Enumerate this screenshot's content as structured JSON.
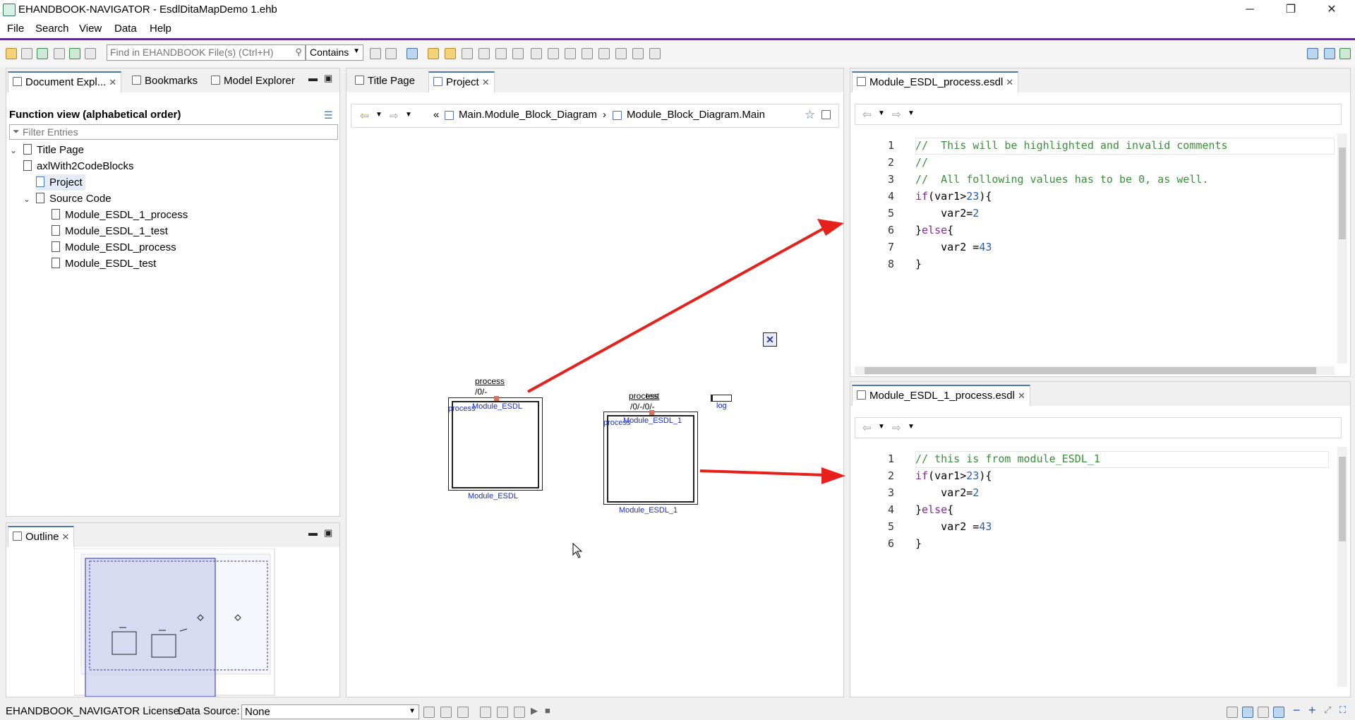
{
  "window": {
    "title": "EHANDBOOK-NAVIGATOR - EsdlDitaMapDemo 1.ehb",
    "minimize": "─",
    "restore": "❐",
    "close": "✕"
  },
  "menu": [
    "File",
    "Search",
    "View",
    "Data",
    "Help"
  ],
  "toolbar": {
    "find_placeholder": "Find in EHANDBOOK File(s) (Ctrl+H)",
    "contains_value": "Contains"
  },
  "left_panel": {
    "tabs": [
      "Document Expl...",
      "Bookmarks",
      "Model Explorer"
    ],
    "header": "Function view (alphabetical order)",
    "filter_placeholder": "Filter Entries",
    "tree": {
      "title_page": "Title Page",
      "root": "axlWith2CodeBlocks",
      "project": "Project",
      "source_code": "Source Code",
      "files": [
        "Module_ESDL_1_process",
        "Module_ESDL_1_test",
        "Module_ESDL_process",
        "Module_ESDL_test"
      ]
    }
  },
  "outline": {
    "tab": "Outline"
  },
  "center": {
    "tabs": [
      "Title Page",
      "Project"
    ],
    "breadcrumb": [
      "Main.Module_Block_Diagram",
      "Module_Block_Diagram.Main"
    ],
    "diagram": {
      "block1": {
        "top_label": "process",
        "sub_label": "/0/-",
        "port": "process",
        "inner": "Module_ESDL",
        "bottom": "Module_ESDL"
      },
      "block2": {
        "top_label": "process",
        "top_label_overlap": "test",
        "sub_label": "/0/-/0/-",
        "port": "process",
        "inner": "Module_ESDL_1",
        "bottom": "Module_ESDL_1"
      },
      "log_label": "log"
    }
  },
  "editor_top": {
    "tab": "Module_ESDL_process.esdl",
    "lines": [
      {
        "n": "1"
      },
      {
        "n": "2"
      },
      {
        "n": "3"
      },
      {
        "n": "4"
      },
      {
        "n": "5"
      },
      {
        "n": "6"
      },
      {
        "n": "7"
      },
      {
        "n": "8"
      }
    ],
    "code": {
      "l1": "//  This will be highlighted and invalid comments",
      "l2": "//",
      "l3": "//  All following values has to be 0, as well.",
      "l4_kw": "if",
      "l4_a": "(var1>",
      "l4_num": "23",
      "l4_b": "){",
      "l5_a": "    var2=",
      "l5_num": "2",
      "l6_a": "}",
      "l6_kw": "else",
      "l6_b": "{",
      "l7_a": "    var2 =",
      "l7_num": "43",
      "l8": "}"
    }
  },
  "editor_bottom": {
    "tab": "Module_ESDL_1_process.esdl",
    "lines": [
      {
        "n": "1"
      },
      {
        "n": "2"
      },
      {
        "n": "3"
      },
      {
        "n": "4"
      },
      {
        "n": "5"
      },
      {
        "n": "6"
      }
    ],
    "code": {
      "l1": "// this is from module_ESDL_1",
      "l2_kw": "if",
      "l2_a": "(var1>",
      "l2_num": "23",
      "l2_b": "){",
      "l3_a": "    var2=",
      "l3_num": "2",
      "l4_a": "}",
      "l4_kw": "else",
      "l4_b": "{",
      "l5_a": "    var2 =",
      "l5_num": "43",
      "l6": "}"
    }
  },
  "statusbar": {
    "license": "EHANDBOOK_NAVIGATOR License",
    "data_source_label": "Data Source:",
    "data_source_value": "None"
  },
  "colors": {
    "accent": "#5b2d8e",
    "arrow": "#e8201c",
    "diagram_text": "#1a2fb0",
    "comment": "#3a8f3a"
  }
}
